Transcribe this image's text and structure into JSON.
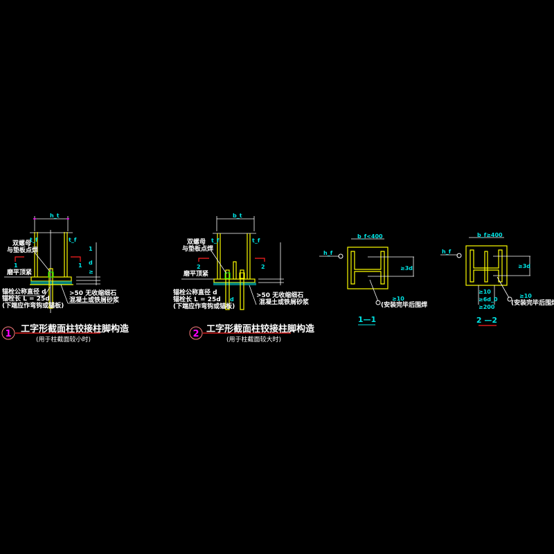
{
  "detail1": {
    "number": "1",
    "title": "工字形截面柱铰接柱脚构造",
    "subtitle": "(用于柱截面较小时)",
    "dim_top": "h_t",
    "flange_label": "t_f",
    "section_mark": "1",
    "nut_note": [
      "双螺母",
      "与垫板点焊"
    ],
    "grind_note": "磨平顶紧",
    "bolt_notes": [
      "锚栓公称直径 d",
      "锚栓长 L = 25d",
      "(下端应作弯钩或锚板)"
    ],
    "grout_notes": [
      ">50 无收缩细石",
      "混凝土或铁屑砂浆"
    ],
    "right_dims": [
      "1",
      "d",
      "≥"
    ]
  },
  "detail2": {
    "number": "2",
    "title": "工字形截面柱铰接柱脚构造",
    "subtitle": "(用于柱截面较大时)",
    "dim_top": "b_t",
    "flange_label": "t_f",
    "section_mark": "2",
    "nut_note": [
      "双螺母",
      "与垫板点焊"
    ],
    "grind_note": "磨平顶紧",
    "bolt_notes": [
      "锚栓公称直径 d",
      "锚栓长 L = 25d",
      "(下端应作弯钩或锚板)"
    ],
    "grout_notes": [
      ">50 无收缩细石",
      "混凝土或铁屑砂浆"
    ],
    "bolt_d": "d"
  },
  "section1": {
    "title": "1—1",
    "dim_top": "b_f<400",
    "weld_label": "h_f",
    "side_dim": "≥3d",
    "weld_note": "≥10",
    "install_note": "(安装完毕后围焊"
  },
  "section2": {
    "title": "2 —2",
    "dim_top": "b_f≥400",
    "weld_label": "h_f",
    "side_dim": "≥3d",
    "bottom_dims": [
      "≥10",
      "≥6d_0",
      "≥200"
    ],
    "weld_note": "≥10",
    "install_note": "(安装完毕后围焊"
  }
}
